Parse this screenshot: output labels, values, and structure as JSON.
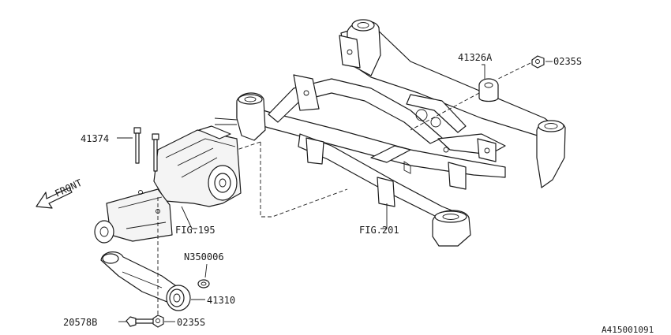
{
  "labels": {
    "p41326A": "41326A",
    "p0235S_top": "0235S",
    "p41374": "41374",
    "front": "FRONT",
    "fig195": "FIG.195",
    "fig201": "FIG.201",
    "n350006": "N350006",
    "p41310": "41310",
    "p20578B": "20578B",
    "p0235S_bottom": "0235S",
    "ref_code": "A415001091"
  }
}
